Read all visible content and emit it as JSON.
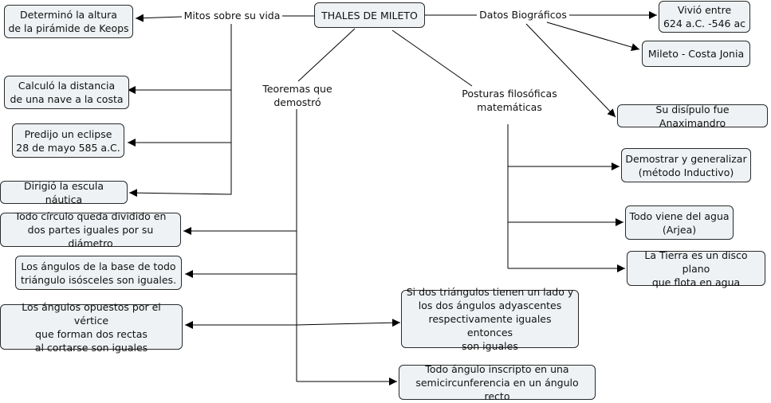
{
  "root": "THALES DE MILETO",
  "branches": {
    "mitos": "Mitos sobre su vida",
    "datos": "Datos Biográficos",
    "teoremas": "Teoremas que\ndemostró",
    "posturas": "Posturas filosóficas\nmatemáticas"
  },
  "mitos_items": [
    "Determinó la altura\nde la pirámide de Keops",
    "Calculó la distancia\nde una nave a la costa",
    "Predijo un eclipse\n28 de mayo 585 a.C.",
    "Dirigió la escula náutica"
  ],
  "datos_items": [
    "Vivió entre\n624 a.C. -546 ac",
    "Mileto - Costa Jonia",
    "Su disípulo fue Anaximandro"
  ],
  "teoremas_items": [
    "Todo círculo queda dividido en\ndos partes iguales por su diámetro",
    "Los ángulos de la base de todo\ntriángulo isósceles son iguales.",
    "Los ángulos opuestos por el vértice\nque forman dos rectas\nal cortarse son iguales",
    "Si dos triángulos tienen un lado y\nlos dos ángulos adyascentes\nrespectivamente iguales entonces\nson iguales",
    "Todo ángulo inscripto en una\nsemicircunferencia en un ángulo recto"
  ],
  "posturas_items": [
    "Demostrar y generalizar\n(método Inductivo)",
    "Todo viene del agua\n(Arjea)",
    "La Tierra es un disco plano\nque flota en agua"
  ]
}
